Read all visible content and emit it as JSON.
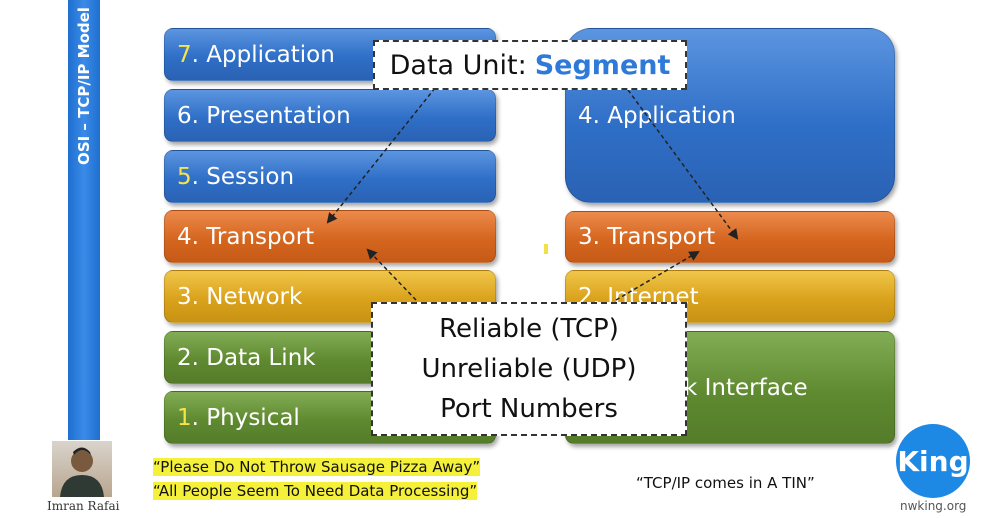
{
  "side_title": "OSI – TCP/IP Model",
  "osi_layers": [
    {
      "num": "7",
      "label": ". Application",
      "color": "blue"
    },
    {
      "num": "6",
      "label": ". Presentation",
      "color": "blue"
    },
    {
      "num": "5",
      "label": ". Session",
      "color": "blue"
    },
    {
      "num": "4",
      "label": ". Transport",
      "color": "orange"
    },
    {
      "num": "3",
      "label": ". Network",
      "color": "gold"
    },
    {
      "num": "2",
      "label": ". Data Link",
      "color": "green"
    },
    {
      "num": "1",
      "label": ". Physical",
      "color": "green"
    }
  ],
  "tcpip_layers": [
    {
      "label": "4. Application",
      "color": "blue"
    },
    {
      "label": "3. Transport",
      "color": "orange"
    },
    {
      "label": "2. Internet",
      "color": "gold"
    },
    {
      "label": "k Interface",
      "color": "green"
    }
  ],
  "callout_top": {
    "prefix": "Data Unit:",
    "highlight": "Segment"
  },
  "callout_bottom": [
    "Reliable (TCP)",
    "Unreliable (UDP)",
    "Port Numbers"
  ],
  "mnemonics": {
    "osi_top_down": "“Please Do Not Throw Sausage Pizza Away”",
    "osi_bottom_up": "“All People Seem To Need Data Processing”",
    "tcpip": "“TCP/IP comes in A TIN”"
  },
  "presenter_name": "Imran Rafai",
  "logo": {
    "text": "King",
    "sub": "nwking.org"
  },
  "colors": {
    "blue": "#2f6fc7",
    "orange": "#d5661f",
    "gold": "#daa21c",
    "green": "#5f8a30",
    "highlight": "#2f7ad8"
  }
}
